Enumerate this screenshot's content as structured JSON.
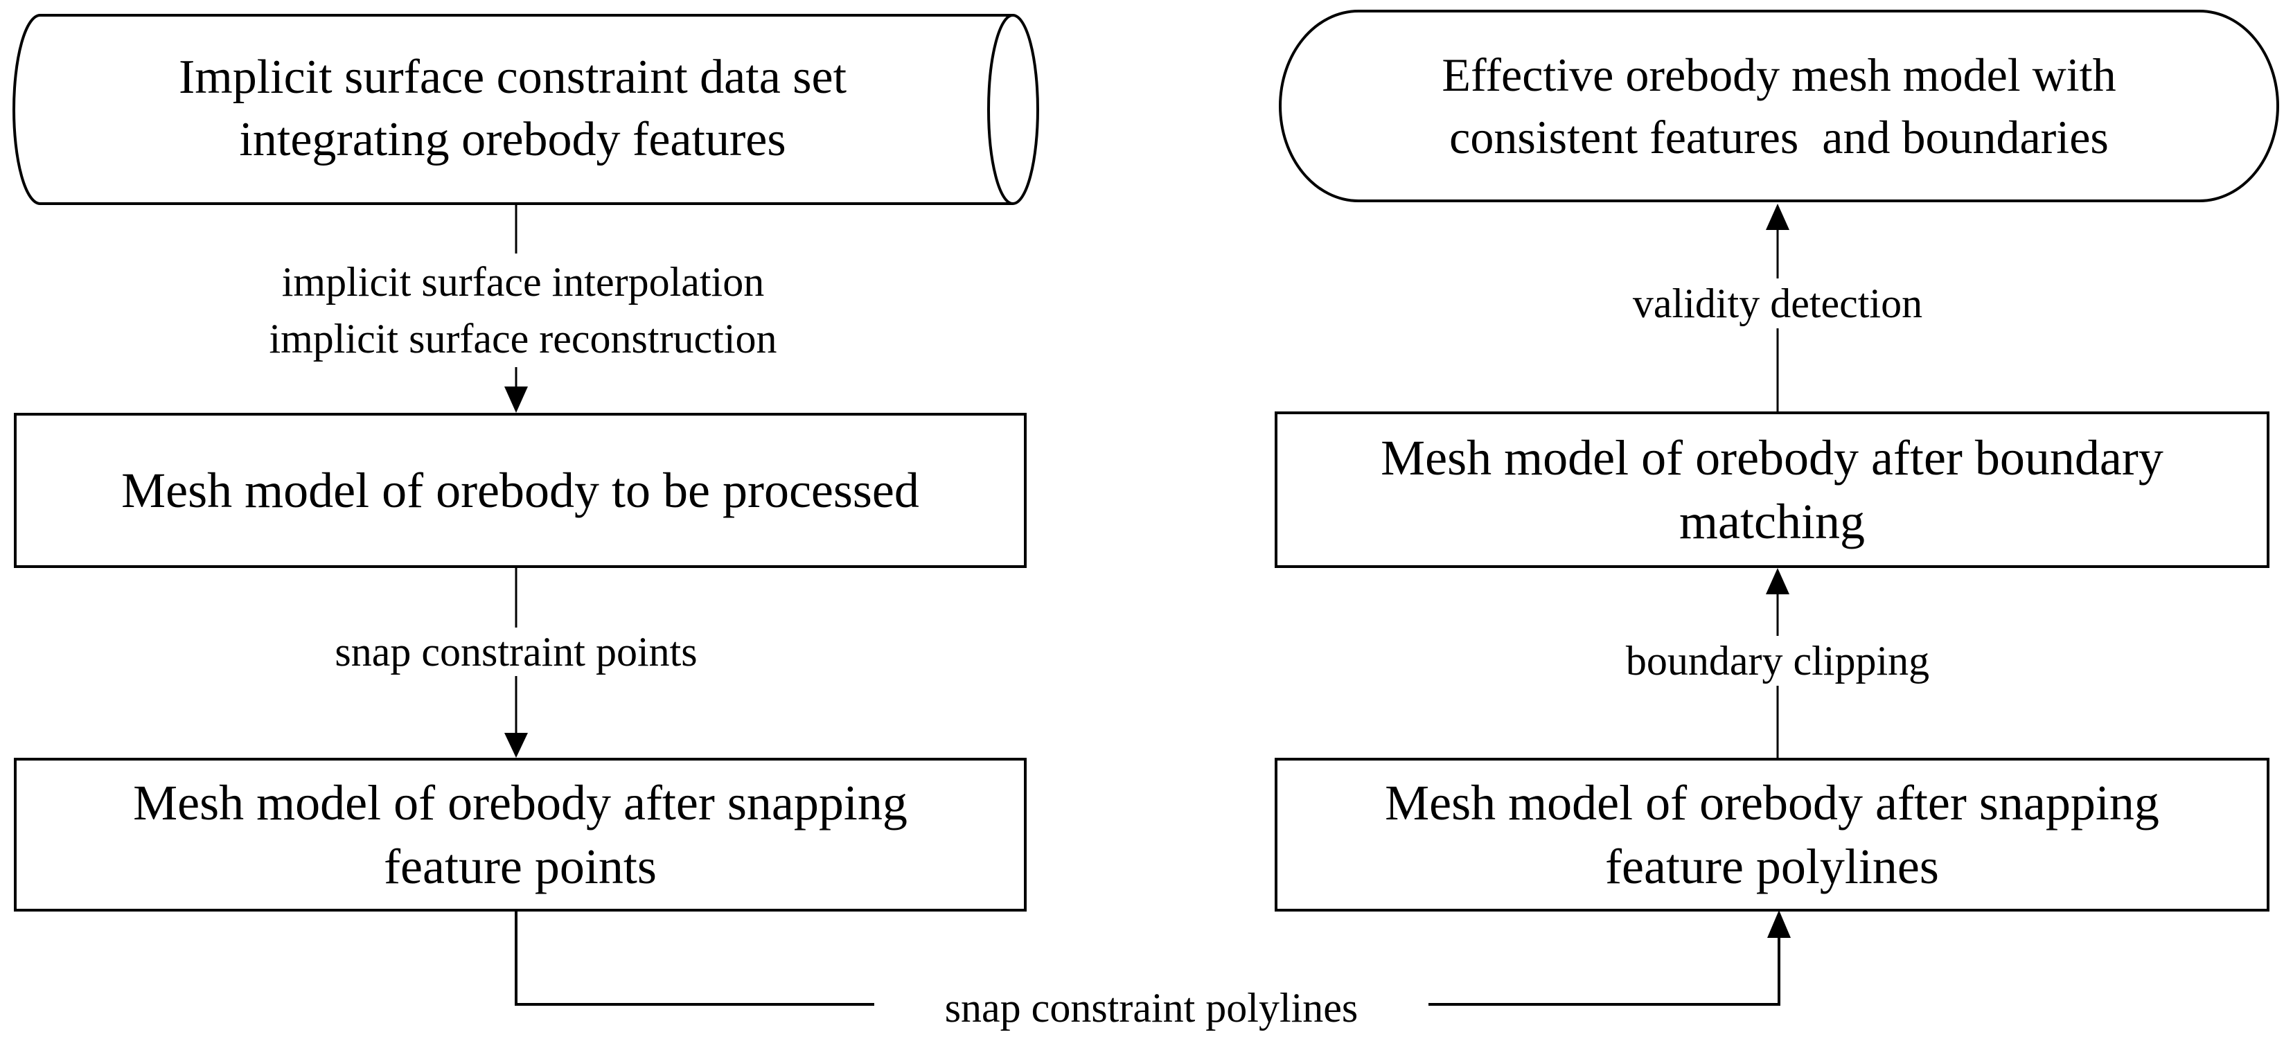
{
  "diagram": {
    "title": "Orebody mesh model processing flowchart",
    "colors": {
      "stroke": "#000000",
      "background": "#ffffff",
      "text": "#000000"
    },
    "nodes": {
      "input_dataset": {
        "shape": "cylinder",
        "line1": "Implicit surface constraint data set",
        "line2": "integrating orebody features"
      },
      "mesh_to_process": {
        "shape": "rectangle",
        "line1": "Mesh model of orebody to be processed"
      },
      "mesh_after_points": {
        "shape": "rectangle",
        "line1": "Mesh model of orebody after snapping",
        "line2": "feature points"
      },
      "mesh_after_polylines": {
        "shape": "rectangle",
        "line1": "Mesh model of orebody after snapping",
        "line2": "feature polylines"
      },
      "mesh_after_matching": {
        "shape": "rectangle",
        "line1": "Mesh model of orebody after boundary",
        "line2": "matching"
      },
      "output_model": {
        "shape": "terminator",
        "line1": "Effective orebody mesh model with",
        "line2": "consistent features  and boundaries"
      }
    },
    "edges": {
      "interpolation": {
        "from": "input_dataset",
        "to": "mesh_to_process",
        "label_line1": "implicit surface interpolation",
        "label_line2": "implicit surface reconstruction"
      },
      "snap_points": {
        "from": "mesh_to_process",
        "to": "mesh_after_points",
        "label": "snap constraint points"
      },
      "snap_polylines": {
        "from": "mesh_after_points",
        "to": "mesh_after_polylines",
        "label": "snap constraint polylines"
      },
      "boundary_clipping": {
        "from": "mesh_after_polylines",
        "to": "mesh_after_matching",
        "label": "boundary clipping"
      },
      "validity_detection": {
        "from": "mesh_after_matching",
        "to": "output_model",
        "label": "validity detection"
      }
    }
  }
}
